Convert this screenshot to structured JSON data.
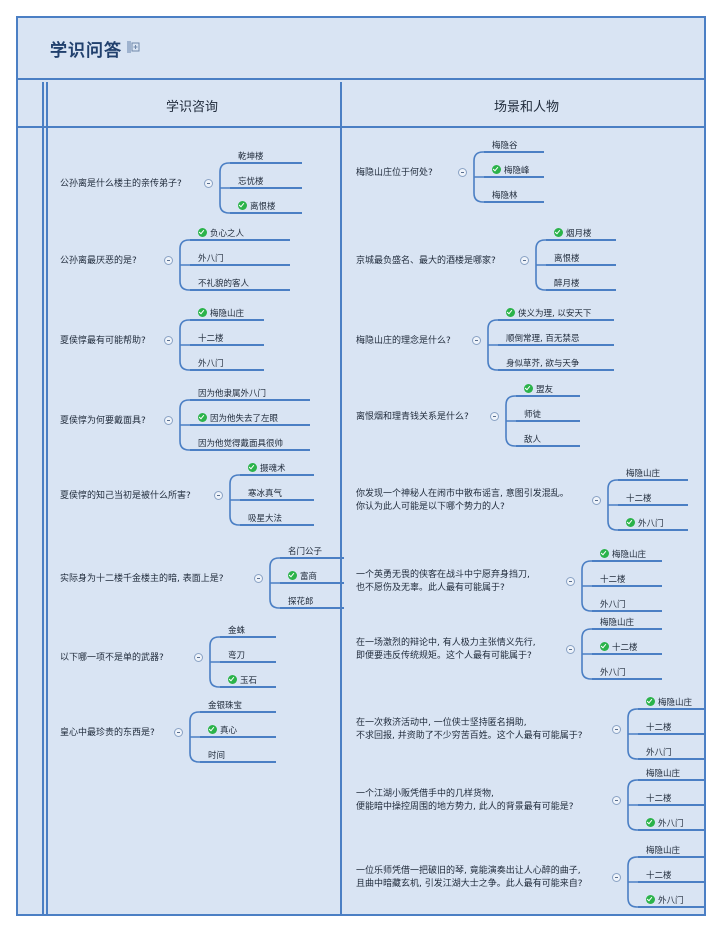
{
  "title": "学识问答",
  "columns": {
    "left": "学识咨询",
    "right": "场景和人物"
  },
  "left_questions": [
    {
      "q": "公孙离是什么楼主的亲传弟子?",
      "options": [
        "乾坤楼",
        "忘忧楼",
        "离恨楼"
      ],
      "correct": 2
    },
    {
      "q": "公孙离最厌恶的是?",
      "options": [
        "负心之人",
        "外八门",
        "不礼貌的客人"
      ],
      "correct": 0
    },
    {
      "q": "夏侯惇最有可能帮助?",
      "options": [
        "梅隐山庄",
        "十二楼",
        "外八门"
      ],
      "correct": 0
    },
    {
      "q": "夏侯惇为何要戴面具?",
      "options": [
        "因为他隶属外八门",
        "因为他失去了左眼",
        "因为他觉得戴面具很帅"
      ],
      "correct": 1
    },
    {
      "q": "夏侯惇的知己当初是被什么所害?",
      "options": [
        "摄魂术",
        "寒冰真气",
        "吸星大法"
      ],
      "correct": 0
    },
    {
      "q": "实际身为十二楼千金楼主的暗, 表面上是?",
      "options": [
        "名门公子",
        "富商",
        "探花郎"
      ],
      "correct": 1
    },
    {
      "q": "以下哪一项不是单的武器?",
      "options": [
        "金蛛",
        "弯刀",
        "玉石"
      ],
      "correct": 2
    },
    {
      "q": "皇心中最珍贵的东西是?",
      "options": [
        "金银珠宝",
        "真心",
        "时间"
      ],
      "correct": 1
    }
  ],
  "right_questions": [
    {
      "q": [
        "梅隐山庄位于何处?"
      ],
      "options": [
        "梅隐谷",
        "梅隐峰",
        "梅隐林"
      ],
      "correct": 1
    },
    {
      "q": [
        "京城最负盛名、最大的酒楼是哪家?"
      ],
      "options": [
        "烟月楼",
        "离恨楼",
        "醉月楼"
      ],
      "correct": 0
    },
    {
      "q": [
        "梅隐山庄的理念是什么?"
      ],
      "options": [
        "侠义为理, 以安天下",
        "顺倒常理, 百无禁忌",
        "身似草芥, 欲与天争"
      ],
      "correct": 0
    },
    {
      "q": [
        "离恨烟和理青钱关系是什么?"
      ],
      "options": [
        "盟友",
        "师徒",
        "敌人"
      ],
      "correct": 0
    },
    {
      "q": [
        "你发现一个神秘人在闹市中散布谣言, 意图引发混乱。",
        "你认为此人可能是以下哪个势力的人?"
      ],
      "options": [
        "梅隐山庄",
        "十二楼",
        "外八门"
      ],
      "correct": 2
    },
    {
      "q": [
        "一个英勇无畏的侠客在战斗中宁愿弃身挡刀,",
        "也不愿伤及无辜。此人最有可能属于?"
      ],
      "options": [
        "梅隐山庄",
        "十二楼",
        "外八门"
      ],
      "correct": 0
    },
    {
      "q": [
        "在一场激烈的辩论中, 有人极力主张情义先行,",
        "即便要违反传统规矩。这个人最有可能属于?"
      ],
      "options": [
        "梅隐山庄",
        "十二楼",
        "外八门"
      ],
      "correct": 1
    },
    {
      "q": [
        "在一次救济活动中, 一位侠士坚持匿名捐助,",
        "不求回报, 并资助了不少穷苦百姓。这个人最有可能属于?"
      ],
      "options": [
        "梅隐山庄",
        "十二楼",
        "外八门"
      ],
      "correct": 0
    },
    {
      "q": [
        "一个江湖小贩凭借手中的几样货物,",
        "便能暗中操控周围的地方势力, 此人的背景最有可能是?"
      ],
      "options": [
        "梅隐山庄",
        "十二楼",
        "外八门"
      ],
      "correct": 2
    },
    {
      "q": [
        "一位乐师凭借一把破旧的琴, 竟能演奏出让人心醉的曲子,",
        "且曲中暗藏玄机, 引发江湖大士之争。此人最有可能来自?"
      ],
      "options": [
        "梅隐山庄",
        "十二楼",
        "外八门"
      ],
      "correct": 2
    }
  ]
}
